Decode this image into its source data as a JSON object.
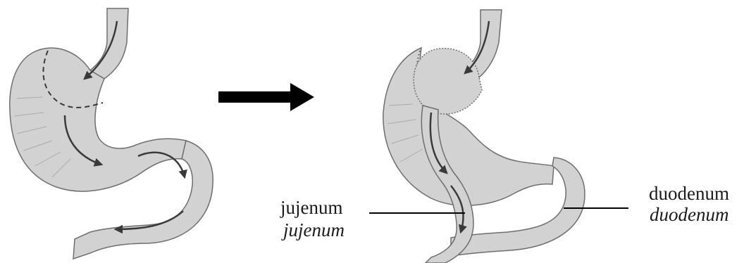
{
  "labels": {
    "jejunum_label": "jujenum",
    "jejunum_label_italic": "jujenum",
    "duodenum_label": "duodenum",
    "duodenum_label_italic": "duodenum"
  },
  "colors": {
    "organ_fill": "#d2d2d2",
    "organ_stroke": "#6e6e6e",
    "arrow": "#000000",
    "flow_arrow": "#3a3a3a",
    "leader_line": "#000000"
  }
}
